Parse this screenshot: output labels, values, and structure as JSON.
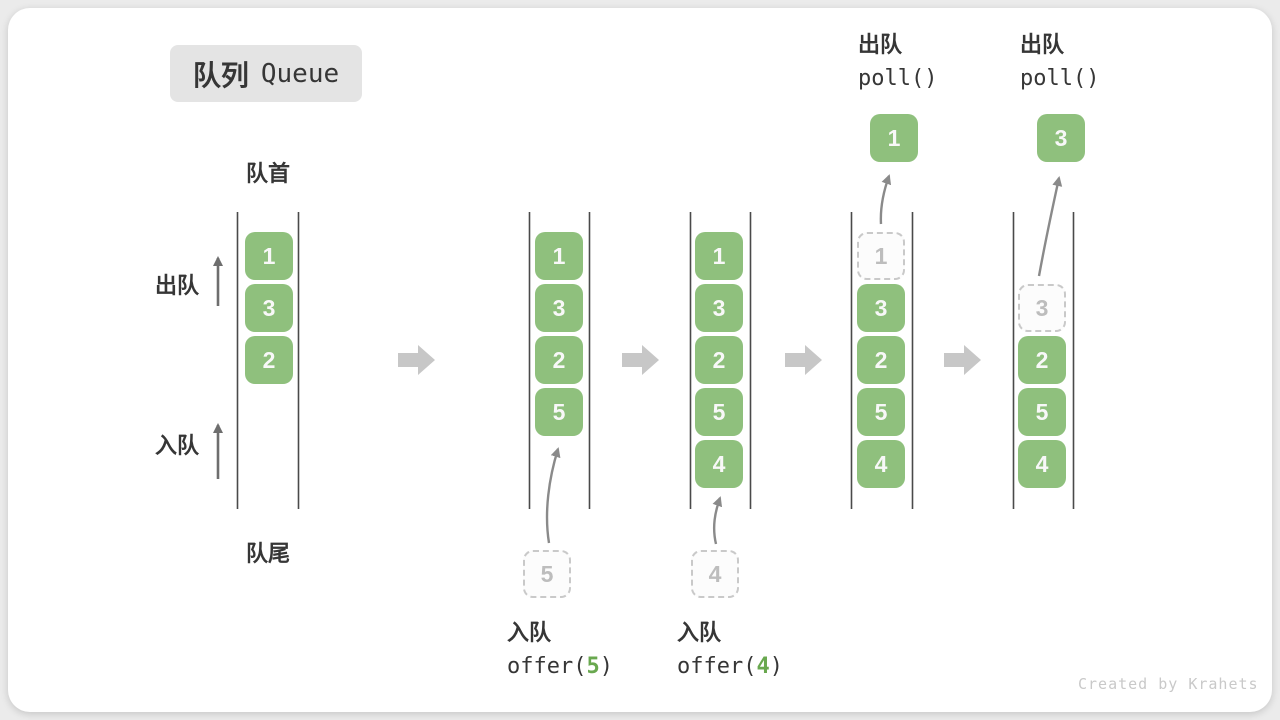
{
  "title": {
    "zh": "队列",
    "en": "Queue"
  },
  "labels": {
    "front": "队首",
    "rear": "队尾",
    "dequeue": "出队",
    "enqueue": "入队"
  },
  "operations": {
    "enqueue5": {
      "action": "入队",
      "code_prefix": "offer(",
      "arg": "5",
      "code_suffix": ")"
    },
    "enqueue4": {
      "action": "入队",
      "code_prefix": "offer(",
      "arg": "4",
      "code_suffix": ")"
    },
    "dequeue1": {
      "action": "出队",
      "code": "poll()"
    },
    "dequeue2": {
      "action": "出队",
      "code": "poll()"
    }
  },
  "states": [
    {
      "cells": [
        {
          "value": "1",
          "style": "green"
        },
        {
          "value": "3",
          "style": "green"
        },
        {
          "value": "2",
          "style": "green"
        }
      ]
    },
    {
      "cells": [
        {
          "value": "1",
          "style": "green"
        },
        {
          "value": "3",
          "style": "green"
        },
        {
          "value": "2",
          "style": "green"
        },
        {
          "value": "5",
          "style": "green"
        }
      ],
      "incoming": {
        "value": "5"
      }
    },
    {
      "cells": [
        {
          "value": "1",
          "style": "green"
        },
        {
          "value": "3",
          "style": "green"
        },
        {
          "value": "2",
          "style": "green"
        },
        {
          "value": "5",
          "style": "green"
        },
        {
          "value": "4",
          "style": "green"
        }
      ],
      "incoming": {
        "value": "4"
      }
    },
    {
      "cells": [
        {
          "value": "1",
          "style": "ghost"
        },
        {
          "value": "3",
          "style": "green"
        },
        {
          "value": "2",
          "style": "green"
        },
        {
          "value": "5",
          "style": "green"
        },
        {
          "value": "4",
          "style": "green"
        }
      ],
      "outgoing": {
        "value": "1"
      }
    },
    {
      "cells": [
        {
          "value": "3",
          "style": "ghost"
        },
        {
          "value": "2",
          "style": "green"
        },
        {
          "value": "5",
          "style": "green"
        },
        {
          "value": "4",
          "style": "green"
        }
      ],
      "outgoing": {
        "value": "3"
      }
    }
  ],
  "watermark": "Created by Krahets",
  "colors": {
    "box_green": "#8FC07D",
    "code_arg_green": "#69A84F",
    "ghost_border": "#C9C9C9",
    "block_arrow": "#C7C7C7",
    "wall_line": "#4A4A4A"
  }
}
